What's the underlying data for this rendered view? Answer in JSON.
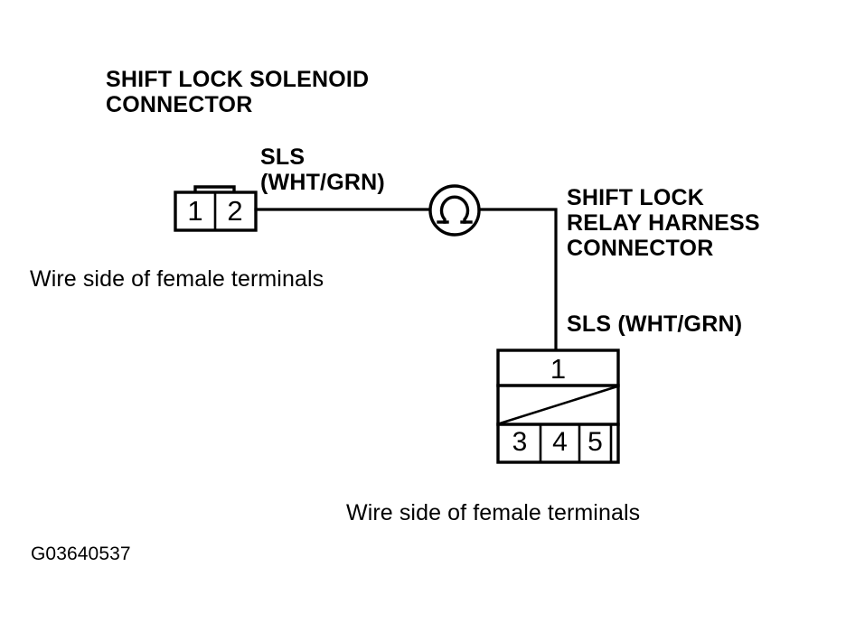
{
  "figure": {
    "id": "G03640537",
    "type": "automotive-wiring-connector-test-diagram"
  },
  "titles": {
    "solenoid_connector": "SHIFT LOCK SOLENOID\nCONNECTOR",
    "relay_harness_connector": "SHIFT LOCK\nRELAY HARNESS\nCONNECTOR"
  },
  "wire_labels": {
    "solenoid_side": "SLS\n(WHT/GRN)",
    "relay_side": "SLS (WHT/GRN)"
  },
  "captions": {
    "left": "Wire side of female terminals",
    "bottom": "Wire side of female terminals"
  },
  "meter": {
    "symbol": "Ω",
    "name": "ohmmeter"
  },
  "solenoid_connector": {
    "pins": [
      "1",
      "2"
    ]
  },
  "relay_connector": {
    "top_row_pins": [
      "1"
    ],
    "bottom_row_pins": [
      "3",
      "4",
      "5"
    ]
  },
  "colors": {
    "ink": "#000000",
    "background": "#ffffff"
  }
}
